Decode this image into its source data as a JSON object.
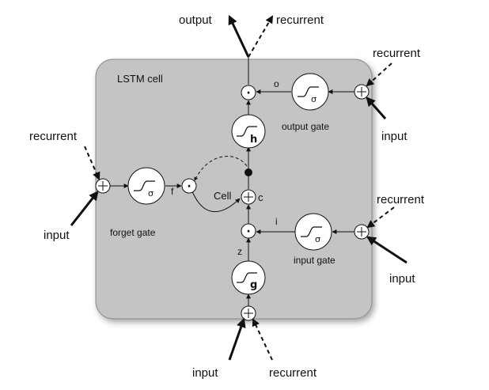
{
  "colors": {
    "cell_fill": "#c4c4c4",
    "node_fill": "#ffffff",
    "stroke": "#111111",
    "background": "#ffffff"
  },
  "cell": {
    "title": "LSTM cell",
    "state_label": "Cell"
  },
  "gates": {
    "output": {
      "label": "output gate",
      "symbol": "σ",
      "signal": "o"
    },
    "forget": {
      "label": "forget gate",
      "symbol": "σ",
      "signal": "f"
    },
    "input": {
      "label": "input gate",
      "symbol": "σ",
      "signal": "i"
    },
    "block_input": {
      "symbol": "g",
      "signal": "z"
    },
    "cell_output": {
      "symbol": "h"
    }
  },
  "signals": {
    "cell_state": "c"
  },
  "operators": {
    "sum": "+",
    "product": "·"
  },
  "external": {
    "output": "output",
    "recurrent": "recurrent",
    "input": "input"
  }
}
